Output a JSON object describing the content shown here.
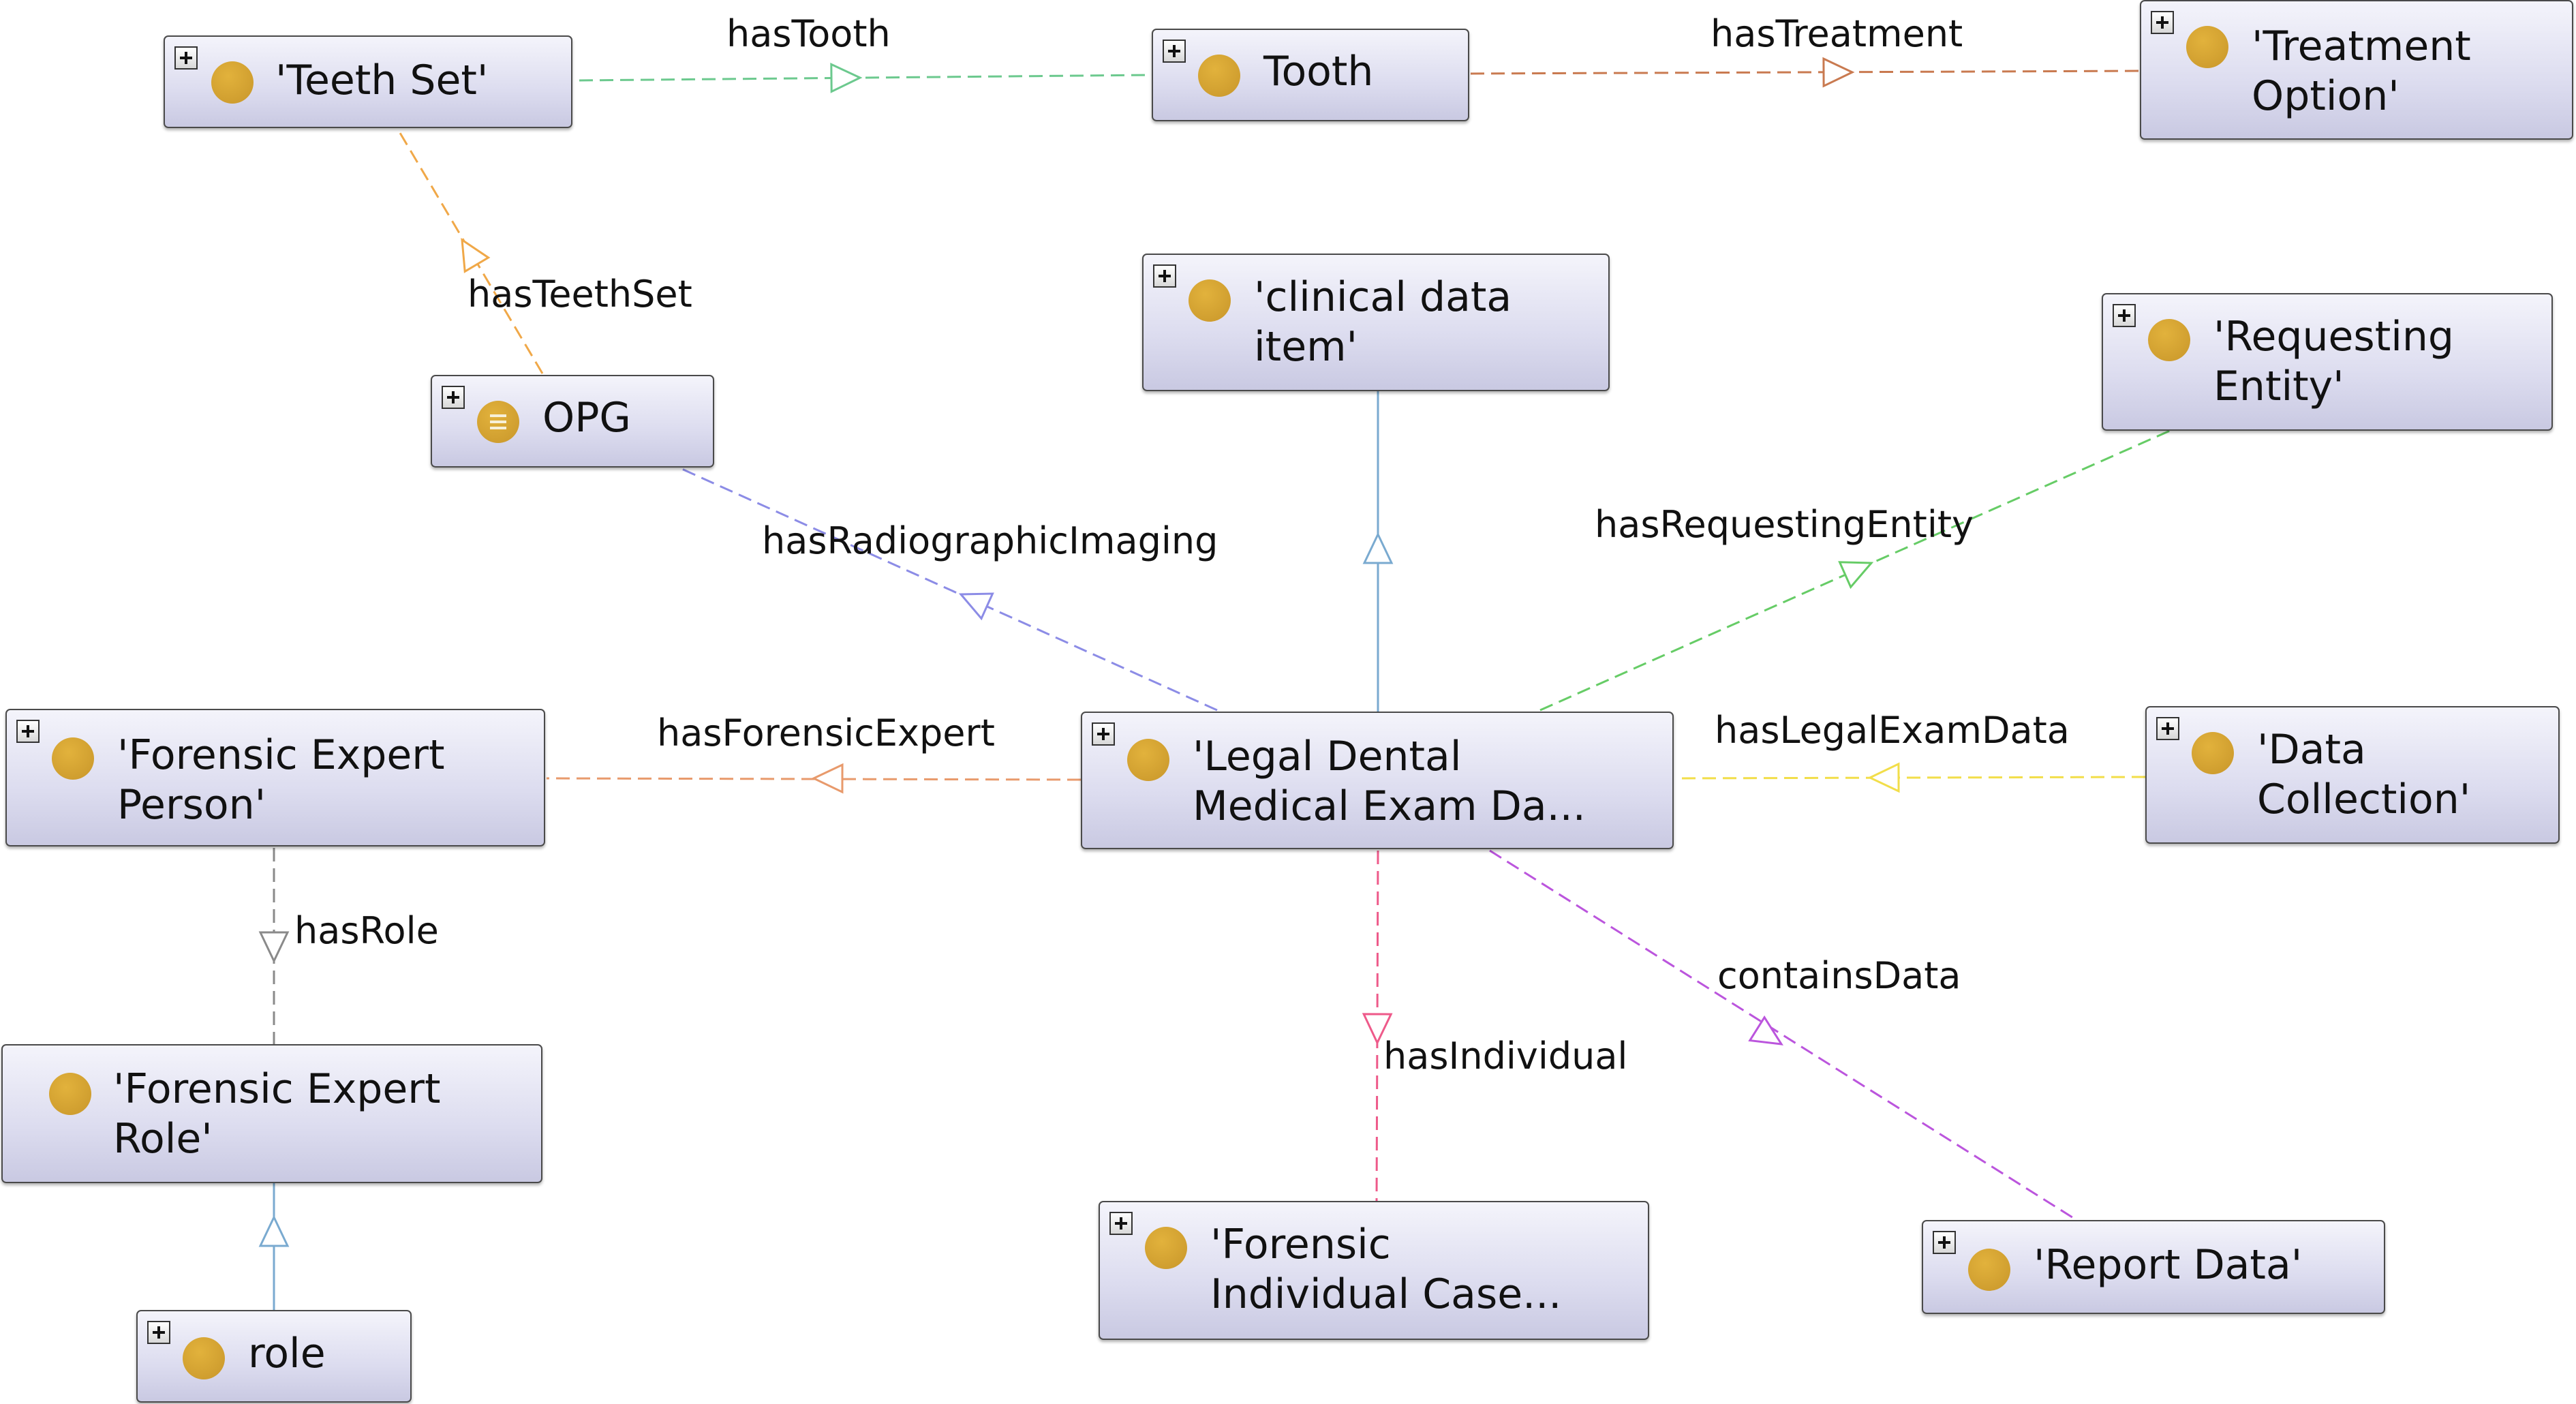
{
  "nodes": {
    "teeth_set": {
      "label": "'Teeth Set'",
      "icon": "class-circle-icon"
    },
    "tooth": {
      "label": "Tooth",
      "icon": "class-circle-icon"
    },
    "treatment_option": {
      "label": "'Treatment\nOption'",
      "icon": "class-circle-icon"
    },
    "opg": {
      "label": "OPG",
      "icon": "equivalent-class-icon"
    },
    "clinical_data_item": {
      "label": "'clinical data\nitem'",
      "icon": "class-circle-icon"
    },
    "requesting_entity": {
      "label": "'Requesting\nEntity'",
      "icon": "class-circle-icon"
    },
    "forensic_expert_person": {
      "label": "'Forensic Expert\nPerson'",
      "icon": "class-circle-icon"
    },
    "legal_dental_exam": {
      "label": "'Legal Dental\nMedical Exam Da...",
      "icon": "class-circle-icon"
    },
    "data_collection": {
      "label": "'Data\nCollection'",
      "icon": "class-circle-icon"
    },
    "forensic_expert_role": {
      "label": "'Forensic Expert\nRole'",
      "icon": "class-circle-icon"
    },
    "forensic_individual_case": {
      "label": "'Forensic\nIndividual Case...",
      "icon": "class-circle-icon"
    },
    "report_data": {
      "label": "'Report Data'",
      "icon": "class-circle-icon"
    },
    "role": {
      "label": "role",
      "icon": "class-circle-icon"
    }
  },
  "edges": {
    "hasTooth": {
      "label": "hasTooth",
      "color": "#6cc98e"
    },
    "hasTreatment": {
      "label": "hasTreatment",
      "color": "#c97a50"
    },
    "hasTeethSet": {
      "label": "hasTeethSet",
      "color": "#f0a848"
    },
    "hasRadiographicImaging": {
      "label": "hasRadiographicImaging",
      "color": "#8c8ce6"
    },
    "subclassClinical": {
      "color": "#7aaad0"
    },
    "hasRequestingEntity": {
      "label": "hasRequestingEntity",
      "color": "#66cc66"
    },
    "hasForensicExpert": {
      "label": "hasForensicExpert",
      "color": "#e89a6c"
    },
    "hasLegalExamData": {
      "label": "hasLegalExamData",
      "color": "#f2de4a"
    },
    "hasRole": {
      "label": "hasRole",
      "color": "#8a8a8a"
    },
    "hasIndividual": {
      "label": "hasIndividual",
      "color": "#ee5a8a"
    },
    "containsData": {
      "label": "containsData",
      "color": "#bb55dd"
    },
    "subclassRole": {
      "color": "#7aaad0"
    }
  }
}
